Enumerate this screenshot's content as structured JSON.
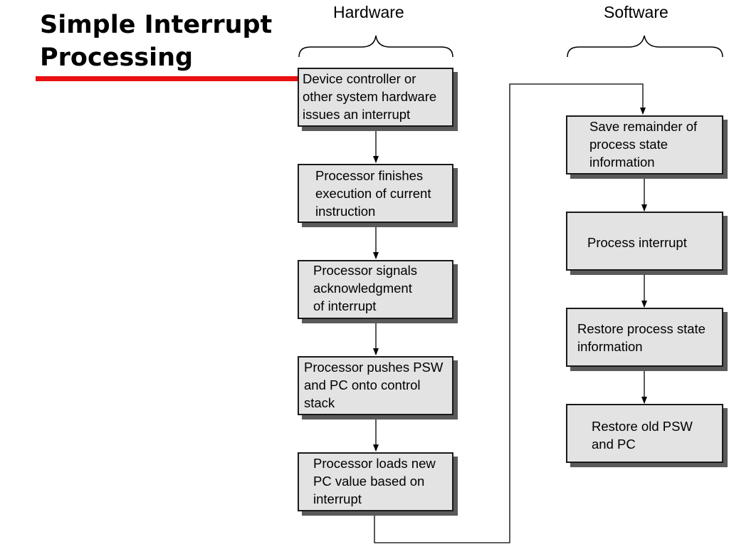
{
  "slide": {
    "title_line1": "Simple Interrupt",
    "title_line2": "Processing",
    "accent_color": "#e81010"
  },
  "columns": {
    "hardware": "Hardware",
    "software": "Software"
  },
  "hardware_steps": [
    "Device controller or\nother system hardware\nissues an interrupt",
    "Processor finishes\nexecution of current\ninstruction",
    "Processor signals\nacknowledgment\nof interrupt",
    "Processor pushes PSW\nand PC onto control\nstack",
    "Processor loads new\nPC value based on\ninterrupt"
  ],
  "software_steps": [
    "Save remainder of\nprocess state\ninformation",
    "Process interrupt",
    "Restore process state\ninformation",
    "Restore old PSW\nand PC"
  ]
}
